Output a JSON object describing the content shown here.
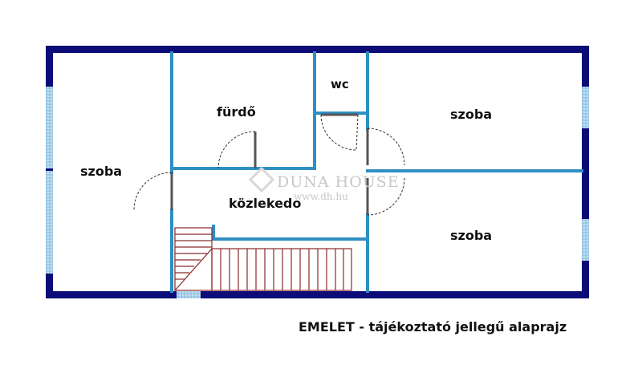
{
  "rooms": {
    "szoba_left": "szoba",
    "furdo": "fürdő",
    "wc": "wc",
    "szoba_top_right": "szoba",
    "szoba_bottom_right": "szoba",
    "kozlekedo": "közlekedo"
  },
  "watermark": {
    "brand": "DUNA HOUSE",
    "url": "www.dh.hu"
  },
  "caption": "EMELET - tájékoztató jellegű alaprajz",
  "colors": {
    "outer_wall": "#0c0c78",
    "inner_wall": "#2f8fc4",
    "window": "#a9cde8",
    "stairs": "#8b2a2a",
    "door_swing": "#333333"
  }
}
